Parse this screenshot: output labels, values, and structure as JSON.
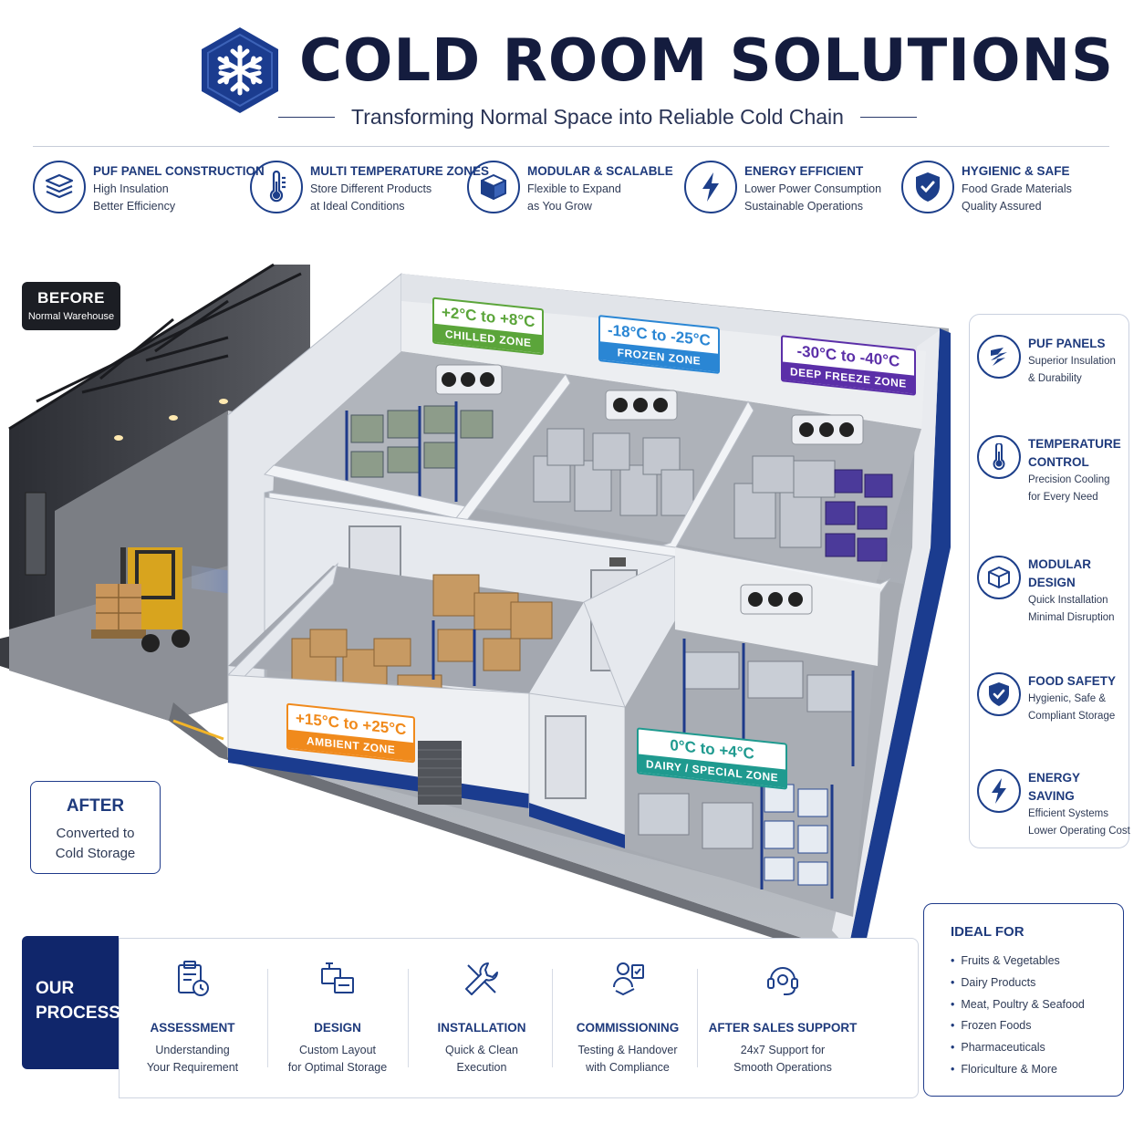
{
  "header": {
    "title": "COLD ROOM SOLUTIONS",
    "subtitle": "Transforming Normal Space into Reliable Cold Chain",
    "logo_icon": "snowflake-icon",
    "brand_color": "#1b3c8f"
  },
  "features": [
    {
      "icon": "stacked-panels-icon",
      "title": "PUF PANEL CONSTRUCTION",
      "lines": [
        "High Insulation",
        "Better Efficiency"
      ]
    },
    {
      "icon": "thermometer-icon",
      "title": "MULTI TEMPERATURE ZONES",
      "lines": [
        "Store Different Products",
        "at Ideal Conditions"
      ]
    },
    {
      "icon": "cube-icon",
      "title": "MODULAR & SCALABLE",
      "lines": [
        "Flexible to Expand",
        "as You Grow"
      ]
    },
    {
      "icon": "lightning-icon",
      "title": "ENERGY EFFICIENT",
      "lines": [
        "Lower Power Consumption",
        "Sustainable Operations"
      ]
    },
    {
      "icon": "shield-check-icon",
      "title": "HYGIENIC & SAFE",
      "lines": [
        "Food Grade Materials",
        "Quality Assured"
      ]
    }
  ],
  "before": {
    "title": "BEFORE",
    "subtitle": "Normal Warehouse"
  },
  "after": {
    "title": "AFTER",
    "lines": [
      "Converted to",
      "Cold Storage"
    ]
  },
  "zones": [
    {
      "temp": "+2°C to +8°C",
      "name": "CHILLED ZONE",
      "color": "#5ba53a"
    },
    {
      "temp": "-18°C to -25°C",
      "name": "FROZEN ZONE",
      "color": "#2a86d4"
    },
    {
      "temp": "-30°C to -40°C",
      "name": "DEEP FREEZE ZONE",
      "color": "#5b2fa8"
    },
    {
      "temp": "+15°C to +25°C",
      "name": "AMBIENT ZONE",
      "color": "#f08a1c"
    },
    {
      "temp": "0°C to +4°C",
      "name": "DAIRY / SPECIAL ZONE",
      "color": "#1f9a8f"
    }
  ],
  "right_panel": [
    {
      "icon": "panels-icon",
      "title": "PUF PANELS",
      "lines": [
        "Superior Insulation",
        "& Durability"
      ]
    },
    {
      "icon": "thermometer-icon",
      "title": "TEMPERATURE CONTROL",
      "lines": [
        "Precision Cooling",
        "for Every Need"
      ]
    },
    {
      "icon": "cube-icon",
      "title": "MODULAR DESIGN",
      "lines": [
        "Quick Installation",
        "Minimal Disruption"
      ]
    },
    {
      "icon": "shield-check-icon",
      "title": "FOOD SAFETY",
      "lines": [
        "Hygienic, Safe &",
        "Compliant Storage"
      ]
    },
    {
      "icon": "lightning-icon",
      "title": "ENERGY SAVING",
      "lines": [
        "Efficient Systems",
        "Lower Operating Cost"
      ]
    }
  ],
  "process": {
    "title_line1": "OUR",
    "title_line2": "PROCESS",
    "steps": [
      {
        "icon": "clipboard-clock-icon",
        "title": "ASSESSMENT",
        "lines": [
          "Understanding",
          "Your Requirement"
        ]
      },
      {
        "icon": "layout-icon",
        "title": "DESIGN",
        "lines": [
          "Custom Layout",
          "for Optimal Storage"
        ]
      },
      {
        "icon": "wrench-icon",
        "title": "INSTALLATION",
        "lines": [
          "Quick & Clean",
          "Execution"
        ]
      },
      {
        "icon": "handshake-icon",
        "title": "COMMISSIONING",
        "lines": [
          "Testing & Handover",
          "with Compliance"
        ]
      },
      {
        "icon": "headset-icon",
        "title": "AFTER SALES SUPPORT",
        "lines": [
          "24x7 Support for",
          "Smooth Operations"
        ]
      }
    ]
  },
  "ideal_for": {
    "title": "IDEAL FOR",
    "items": [
      "Fruits & Vegetables",
      "Dairy Products",
      "Meat, Poultry & Seafood",
      "Frozen Foods",
      "Pharmaceuticals",
      "Floriculture & More"
    ]
  }
}
